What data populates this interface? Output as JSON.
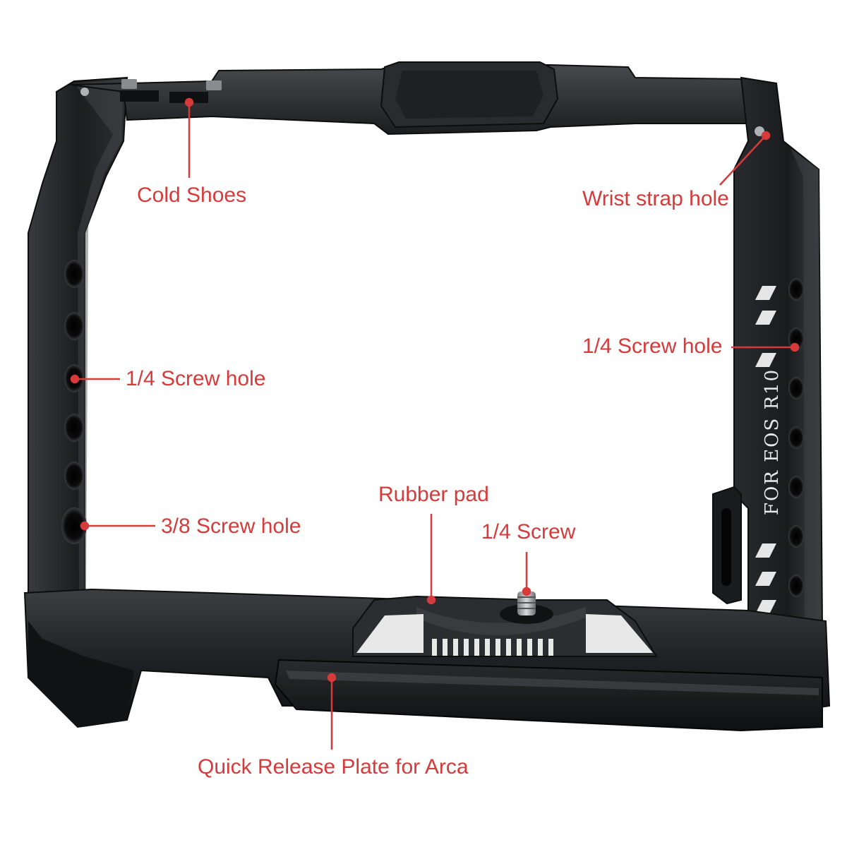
{
  "colors": {
    "annotation": "#d63a3a",
    "metal_dark": "#1a1b1d",
    "metal_mid": "#2b2c2f",
    "metal_light": "#4a4b4f",
    "background": "#ffffff",
    "engraving": "#e8e8e8"
  },
  "product": {
    "engraving": "FOR EOS R10"
  },
  "callouts": {
    "cold_shoes": "Cold Shoes",
    "wrist_strap_hole": "Wrist strap hole",
    "screw_hole_right": "1/4 Screw hole",
    "screw_hole_left": "1/4 Screw hole",
    "screw_hole_38": "3/8 Screw hole",
    "rubber_pad": "Rubber pad",
    "screw_14": "1/4 Screw",
    "quick_release": "Quick Release Plate for Arca"
  }
}
